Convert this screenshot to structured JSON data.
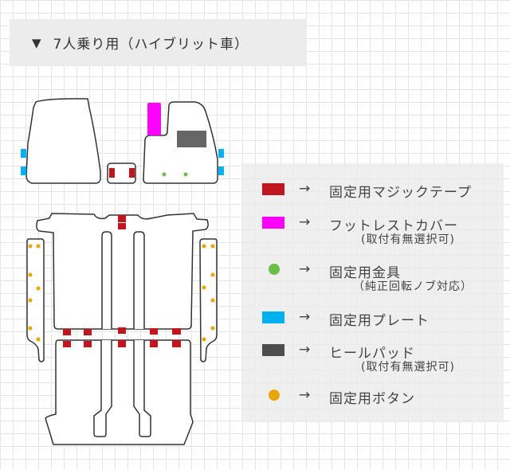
{
  "header": {
    "marker": "▼",
    "title": "7人乗り用（ハイブリット車）"
  },
  "colors": {
    "velcro": "#c0161f",
    "footrest": "#ff00ff",
    "metal": "#6abf4b",
    "plate": "#00b0f0",
    "heelpad": "#4d4d4d",
    "button": "#e6a800"
  },
  "legend": [
    {
      "arrow": "→",
      "label": "固定用マジックテープ",
      "icon": "red-square"
    },
    {
      "arrow": "→",
      "label": "フットレストカバー",
      "note": "(取付有無選択可)",
      "icon": "magenta-square"
    },
    {
      "arrow": "→",
      "label": "固定用金具",
      "note": "（純正回転ノブ対応）",
      "icon": "green-dot"
    },
    {
      "arrow": "→",
      "label": "固定用プレート",
      "icon": "blue-square"
    },
    {
      "arrow": "→",
      "label": "ヒールパッド",
      "note": "(取付有無選択可)",
      "icon": "gray-square"
    },
    {
      "arrow": "→",
      "label": "固定用ボタン",
      "icon": "yellow-dot"
    }
  ]
}
